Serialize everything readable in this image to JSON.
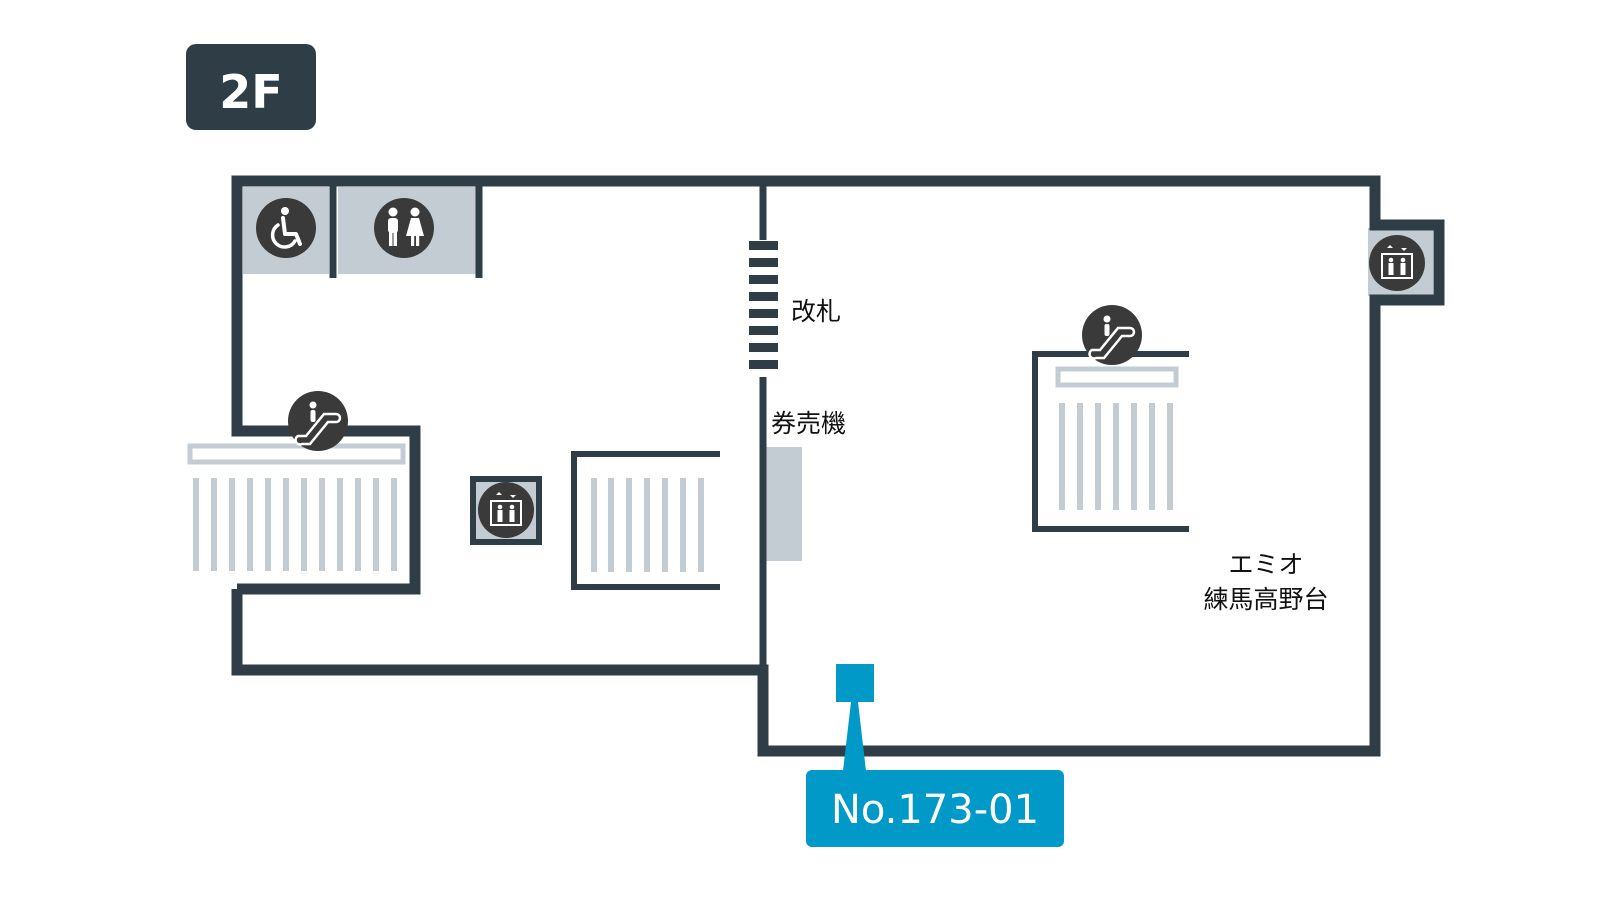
{
  "floor_badge": {
    "label": "2F"
  },
  "labels": {
    "ticket_gate": "改札",
    "ticket_machine": "券売機",
    "store_line1": "エミオ",
    "store_line2": "練馬高野台"
  },
  "callout": {
    "label": "No.173-01"
  },
  "icons": [
    "wheelchair-icon",
    "restroom-icon",
    "escalator-icon",
    "elevator-icon"
  ],
  "colors": {
    "wall": "#2f3e46",
    "room_fill": "#c3ccd2",
    "stair": "#c3ccd2",
    "icon_bg": "#3a3a3a",
    "accent": "#0099c8",
    "text": "#111111"
  }
}
